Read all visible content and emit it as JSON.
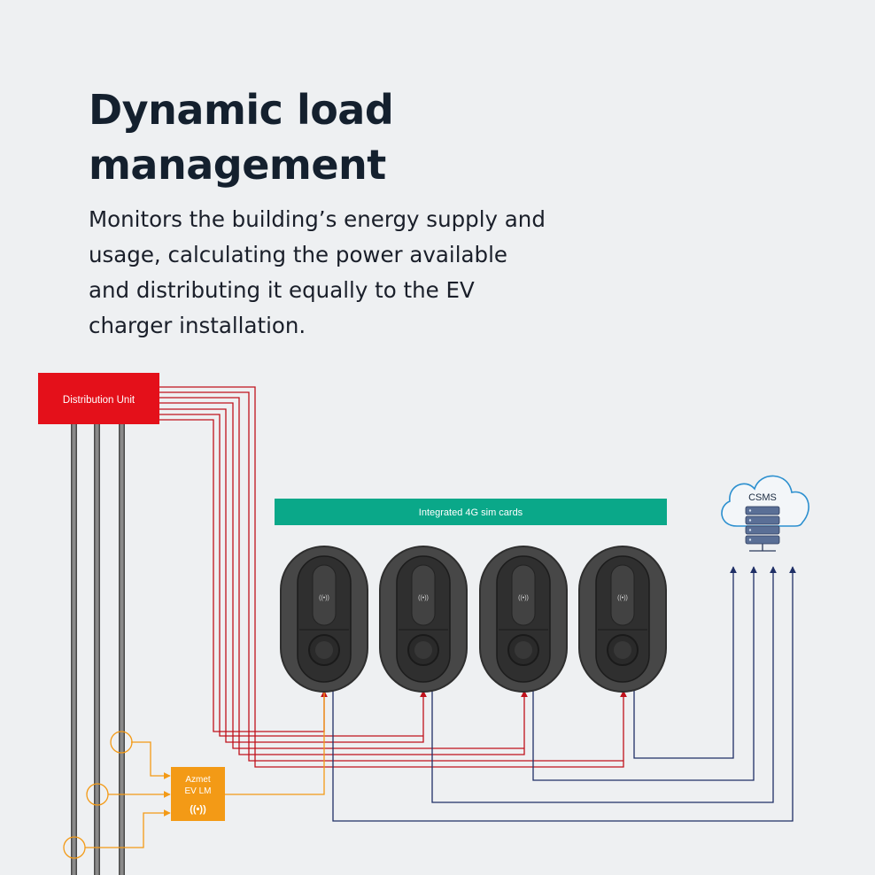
{
  "title": "Dynamic load management",
  "description": "Monitors the building’s energy supply and usage, calculating the power available and distributing it equally to the EV charger installation.",
  "diagram": {
    "distribution_unit_label": "Distribution Unit",
    "sim_banner_label": "Integrated 4G sim cards",
    "csms_label": "CSMS",
    "load_manager_label_line1": "Azmet",
    "load_manager_label_line2": "EV LM",
    "wireless_symbol": "((•))",
    "charger_count": 4
  },
  "colors": {
    "background": "#eef0f2",
    "distribution_unit": "#e4101a",
    "power_lines": "#c0121c",
    "data_lines": "#1f2f66",
    "load_manager": "#f39a16",
    "sim_banner": "#0aa889",
    "charger_body": "#3c3c3c",
    "cloud_outline": "#2b8fcf",
    "server": "#5a6f96"
  }
}
